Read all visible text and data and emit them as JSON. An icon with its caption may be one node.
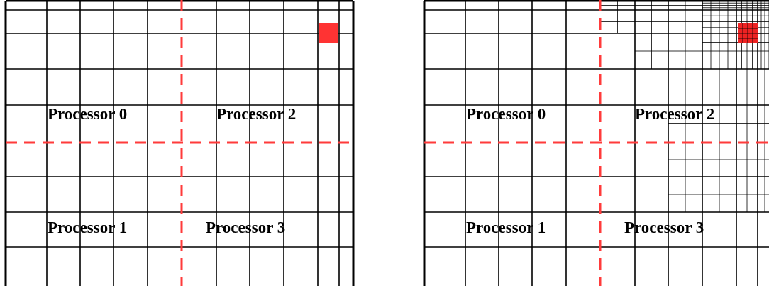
{
  "diagram": {
    "labels": [
      "Processor 0",
      "Processor 2",
      "Processor 1",
      "Processor 3",
      "Processor 0",
      "Processor 2",
      "Processor 1",
      "Processor 3"
    ]
  }
}
